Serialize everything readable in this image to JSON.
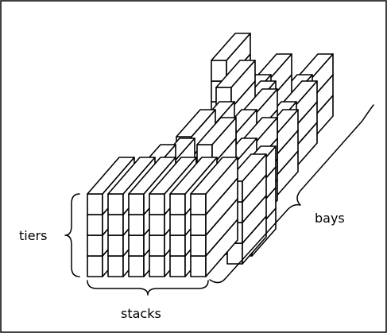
{
  "diagram": {
    "labels": {
      "tiers": "tiers",
      "stacks": "stacks",
      "bays": "bays"
    }
  }
}
